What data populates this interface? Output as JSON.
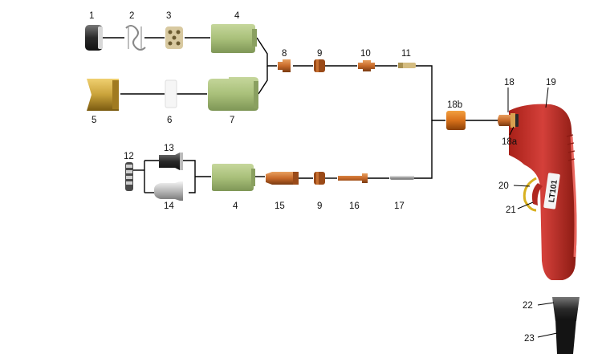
{
  "parts": [
    {
      "id": "p1",
      "label": "1",
      "name": "shield-cap",
      "color": "#2a2a2a"
    },
    {
      "id": "p2",
      "label": "2",
      "name": "spring-clip",
      "color": "#9a9a9a"
    },
    {
      "id": "p3",
      "label": "3",
      "name": "swirl-ring",
      "color": "#b8a67a"
    },
    {
      "id": "p4a",
      "label": "4",
      "name": "retaining-cap",
      "color": "#a9c07a"
    },
    {
      "id": "p5",
      "label": "5",
      "name": "brass-shield",
      "color": "#c9a23a"
    },
    {
      "id": "p6",
      "label": "6",
      "name": "insulator-ring",
      "color": "#f4f4f4"
    },
    {
      "id": "p7",
      "label": "7",
      "name": "retaining-cap-long",
      "color": "#a9c07a"
    },
    {
      "id": "p8",
      "label": "8",
      "name": "nozzle-short",
      "color": "#c86a2a"
    },
    {
      "id": "p9a",
      "label": "9",
      "name": "swirl-spacer",
      "color": "#a0521c"
    },
    {
      "id": "p10",
      "label": "10",
      "name": "electrode-short",
      "color": "#c87a3a"
    },
    {
      "id": "p11",
      "label": "11",
      "name": "electrode-tip",
      "color": "#c8b080"
    },
    {
      "id": "p12",
      "label": "12",
      "name": "swirl-gear",
      "color": "#8a8a8a"
    },
    {
      "id": "p13",
      "label": "13",
      "name": "shield-cup",
      "color": "#6a6a6a"
    },
    {
      "id": "p14",
      "label": "14",
      "name": "shield-cup-silver",
      "color": "#c0c0c0"
    },
    {
      "id": "p4b",
      "label": "4",
      "name": "retaining-cap-lower",
      "color": "#a9c07a"
    },
    {
      "id": "p15",
      "label": "15",
      "name": "nozzle-long",
      "color": "#d07a30"
    },
    {
      "id": "p9b",
      "label": "9",
      "name": "swirl-spacer-lower",
      "color": "#a0521c"
    },
    {
      "id": "p16",
      "label": "16",
      "name": "electrode-long",
      "color": "#c87a3a"
    },
    {
      "id": "p17",
      "label": "17",
      "name": "electrode-rod",
      "color": "#707070"
    },
    {
      "id": "p18b",
      "label": "18b",
      "name": "torch-body-insulator",
      "color": "#d8701a"
    },
    {
      "id": "p18",
      "label": "18",
      "name": "torch-head-tip",
      "color": "#c88a4a"
    },
    {
      "id": "p18a",
      "label": "18a",
      "name": "o-ring",
      "color": "#2a2a2a"
    },
    {
      "id": "p19",
      "label": "19",
      "name": "torch-handle",
      "color": "#c8322a"
    },
    {
      "id": "p20",
      "label": "20",
      "name": "trigger-guard",
      "color": "#d8b020"
    },
    {
      "id": "p21",
      "label": "21",
      "name": "trigger",
      "color": "#c8322a"
    },
    {
      "id": "p22",
      "label": "22",
      "name": "cable-sleeve",
      "color": "#1a1a1a"
    },
    {
      "id": "p23",
      "label": "23",
      "name": "hose-cable",
      "color": "#111111"
    }
  ],
  "handle_text": "LT101"
}
